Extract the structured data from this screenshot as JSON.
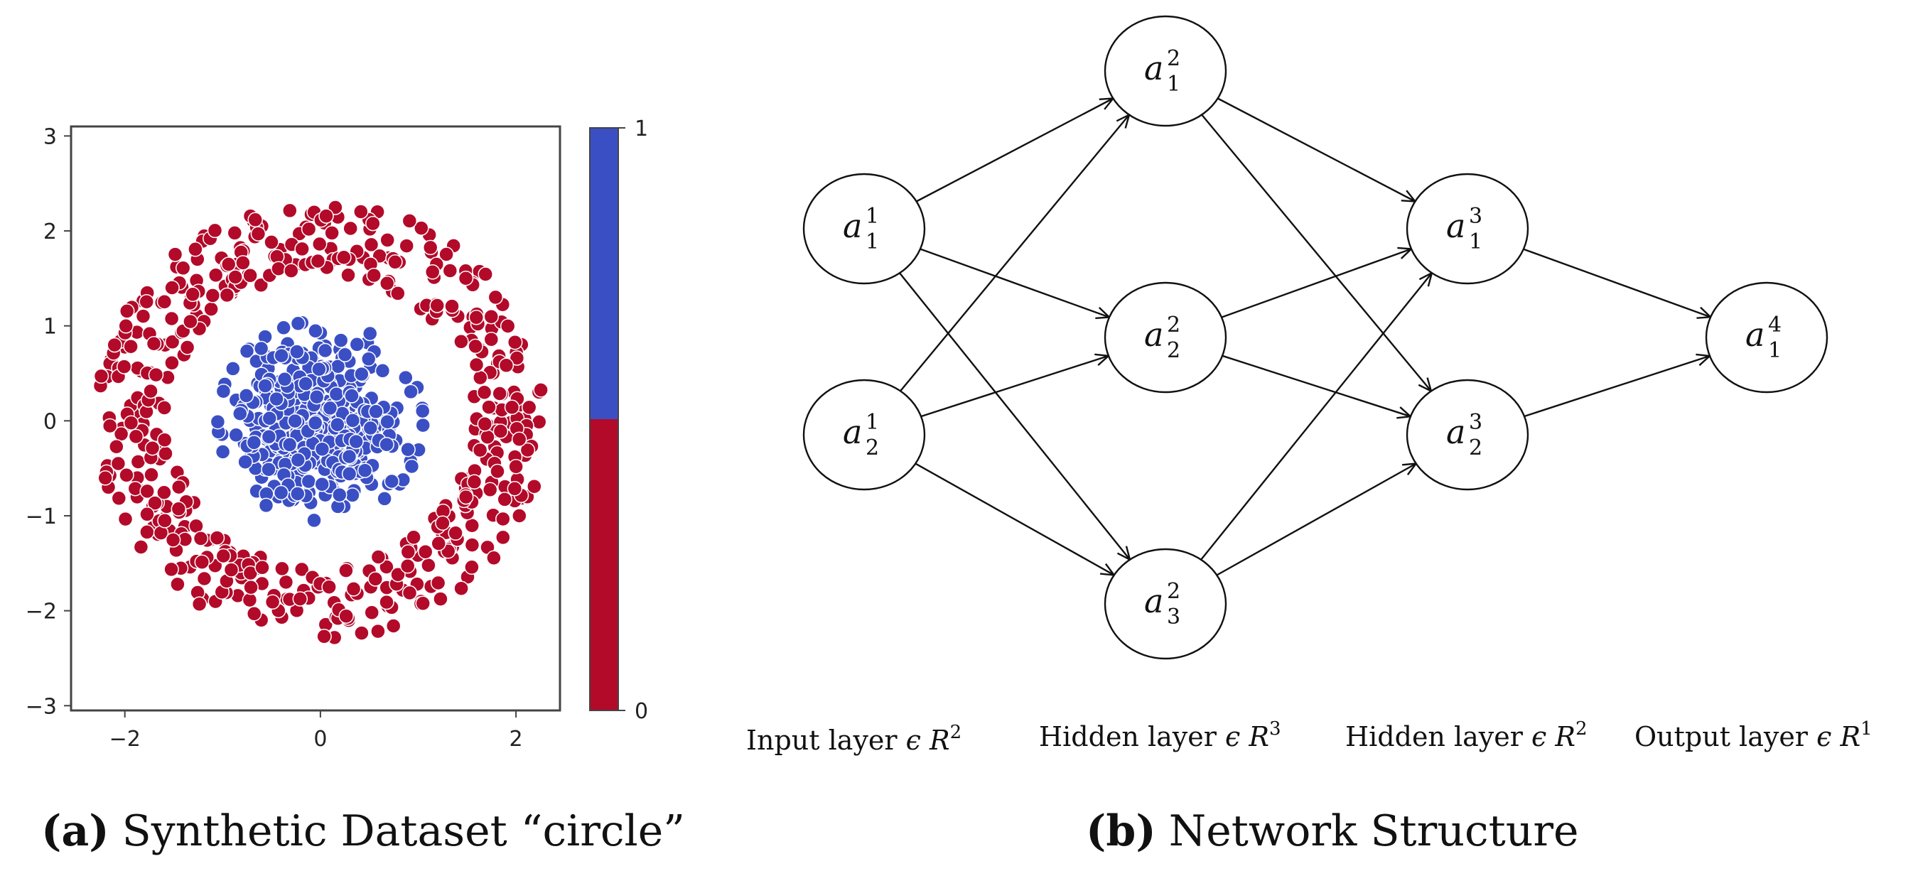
{
  "panel_a": {
    "caption_label": "(a)",
    "caption_text": "Synthetic Dataset “circle”",
    "x_tick_labels": [
      "−2",
      "0",
      "2"
    ],
    "y_tick_labels": [
      "3",
      "2",
      "1",
      "0",
      "−1",
      "−2",
      "−3"
    ],
    "colorbar_labels": [
      "1",
      "0"
    ],
    "colors": {
      "class_1": "#3b4fc4",
      "class_0": "#b30a2a",
      "point_edge": "#ffffff"
    }
  },
  "panel_b": {
    "caption_label": "(b)",
    "caption_text": "Network Structure",
    "nodes": [
      {
        "id": "a11",
        "base": "a",
        "sup": "1",
        "sub": "1"
      },
      {
        "id": "a21",
        "base": "a",
        "sup": "1",
        "sub": "2"
      },
      {
        "id": "a12",
        "base": "a",
        "sup": "2",
        "sub": "1"
      },
      {
        "id": "a22",
        "base": "a",
        "sup": "2",
        "sub": "2"
      },
      {
        "id": "a32",
        "base": "a",
        "sup": "2",
        "sub": "3"
      },
      {
        "id": "a13",
        "base": "a",
        "sup": "3",
        "sub": "1"
      },
      {
        "id": "a23",
        "base": "a",
        "sup": "3",
        "sub": "2"
      },
      {
        "id": "a14",
        "base": "a",
        "sup": "4",
        "sub": "1"
      }
    ],
    "edges": [
      [
        "a11",
        "a12"
      ],
      [
        "a11",
        "a22"
      ],
      [
        "a11",
        "a32"
      ],
      [
        "a21",
        "a12"
      ],
      [
        "a21",
        "a22"
      ],
      [
        "a21",
        "a32"
      ],
      [
        "a12",
        "a13"
      ],
      [
        "a12",
        "a23"
      ],
      [
        "a22",
        "a13"
      ],
      [
        "a22",
        "a23"
      ],
      [
        "a32",
        "a13"
      ],
      [
        "a32",
        "a23"
      ],
      [
        "a13",
        "a14"
      ],
      [
        "a23",
        "a14"
      ]
    ],
    "layers": [
      {
        "name": "Input layer",
        "symbol": "ϵ",
        "space": "R",
        "dim": "2"
      },
      {
        "name": "Hidden layer",
        "symbol": "ϵ",
        "space": "R",
        "dim": "3"
      },
      {
        "name": "Hidden layer",
        "symbol": "ϵ",
        "space": "R",
        "dim": "2"
      },
      {
        "name": "Output layer",
        "symbol": "ϵ",
        "space": "R",
        "dim": "1"
      }
    ]
  },
  "chart_data": {
    "type": "scatter",
    "xlim": [
      -2.55,
      2.45
    ],
    "ylim": [
      -3.05,
      3.1
    ],
    "x_ticks": [
      -2,
      0,
      2
    ],
    "y_ticks": [
      -3,
      -2,
      -1,
      0,
      1,
      2,
      3
    ],
    "colorbar": {
      "min": 0,
      "max": 1,
      "ticks": [
        0,
        1
      ]
    },
    "series": [
      {
        "label": 0,
        "color": "#b30a2a",
        "count": 500,
        "shape": "ring",
        "radius_range": [
          1.55,
          2.3
        ]
      },
      {
        "label": 1,
        "color": "#3b4fc4",
        "count": 500,
        "shape": "disk",
        "radius_range": [
          0.0,
          1.05
        ]
      }
    ]
  }
}
